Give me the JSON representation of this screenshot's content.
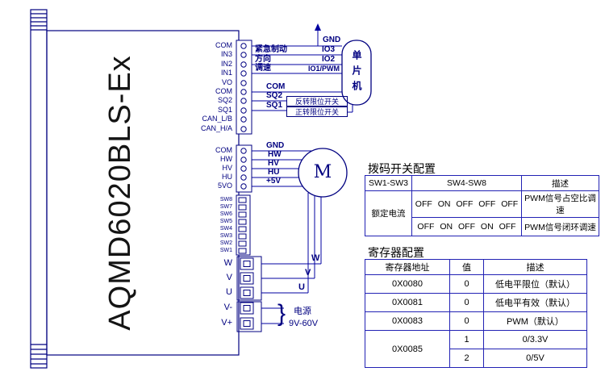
{
  "device": {
    "model": "AQMD6020BLS-Ex"
  },
  "pins": {
    "top": [
      "COM",
      "IN3",
      "IN2",
      "IN1",
      "VO",
      "COM",
      "SQ2",
      "SQ1",
      "CAN_L/B",
      "CAN_H/A"
    ],
    "hall": [
      "COM",
      "HW",
      "HV",
      "HU",
      "5VO"
    ],
    "dip": [
      "SW8",
      "SW7",
      "SW6",
      "SW5",
      "SW4",
      "SW3",
      "SW2",
      "SW1"
    ],
    "phase": [
      "W",
      "V",
      "U"
    ],
    "supply": [
      "V-",
      "V+"
    ]
  },
  "mcu": {
    "label": "单片机"
  },
  "signals": {
    "gnd": "GND",
    "io3": "IO3",
    "io2": "IO2",
    "io1": "IO1/PWM",
    "brake": "紧急制动",
    "direction": "方向",
    "speed": "调速"
  },
  "limit": {
    "com": "COM",
    "sq2": "SQ2",
    "sq1": "SQ1",
    "reverse": "反转限位开关",
    "forward": "正转限位开关"
  },
  "hall": {
    "gnd": "GND",
    "hw": "HW",
    "hv": "HV",
    "hu": "HU",
    "v5": "+5V"
  },
  "motor": {
    "symbol": "M"
  },
  "phases": {
    "w": "W",
    "v": "V",
    "u": "U"
  },
  "power": {
    "brace": "}",
    "label": "电源",
    "range": "9V-60V"
  },
  "dip_table": {
    "title": "拨码开关配置",
    "headers": [
      "SW1-SW3",
      "SW4-SW8",
      "描述"
    ],
    "row_label": "额定电流",
    "rows": [
      {
        "sw": "OFF ON OFF OFF OFF",
        "desc": "PWM信号占空比调速"
      },
      {
        "sw": "OFF ON OFF ON OFF",
        "desc": "PWM信号闭环调速"
      }
    ]
  },
  "reg_table": {
    "title": "寄存器配置",
    "headers": [
      "寄存器地址",
      "值",
      "描述"
    ],
    "rows": [
      {
        "addr": "0X0080",
        "val": "0",
        "desc": "低电平限位（默认）"
      },
      {
        "addr": "0X0081",
        "val": "0",
        "desc": "低电平有效（默认）"
      },
      {
        "addr": "0X0083",
        "val": "0",
        "desc": "PWM（默认）"
      },
      {
        "addr": "0X0085",
        "val": "1",
        "desc": "0/3.3V"
      },
      {
        "val": "2",
        "desc": "0/5V"
      }
    ]
  }
}
